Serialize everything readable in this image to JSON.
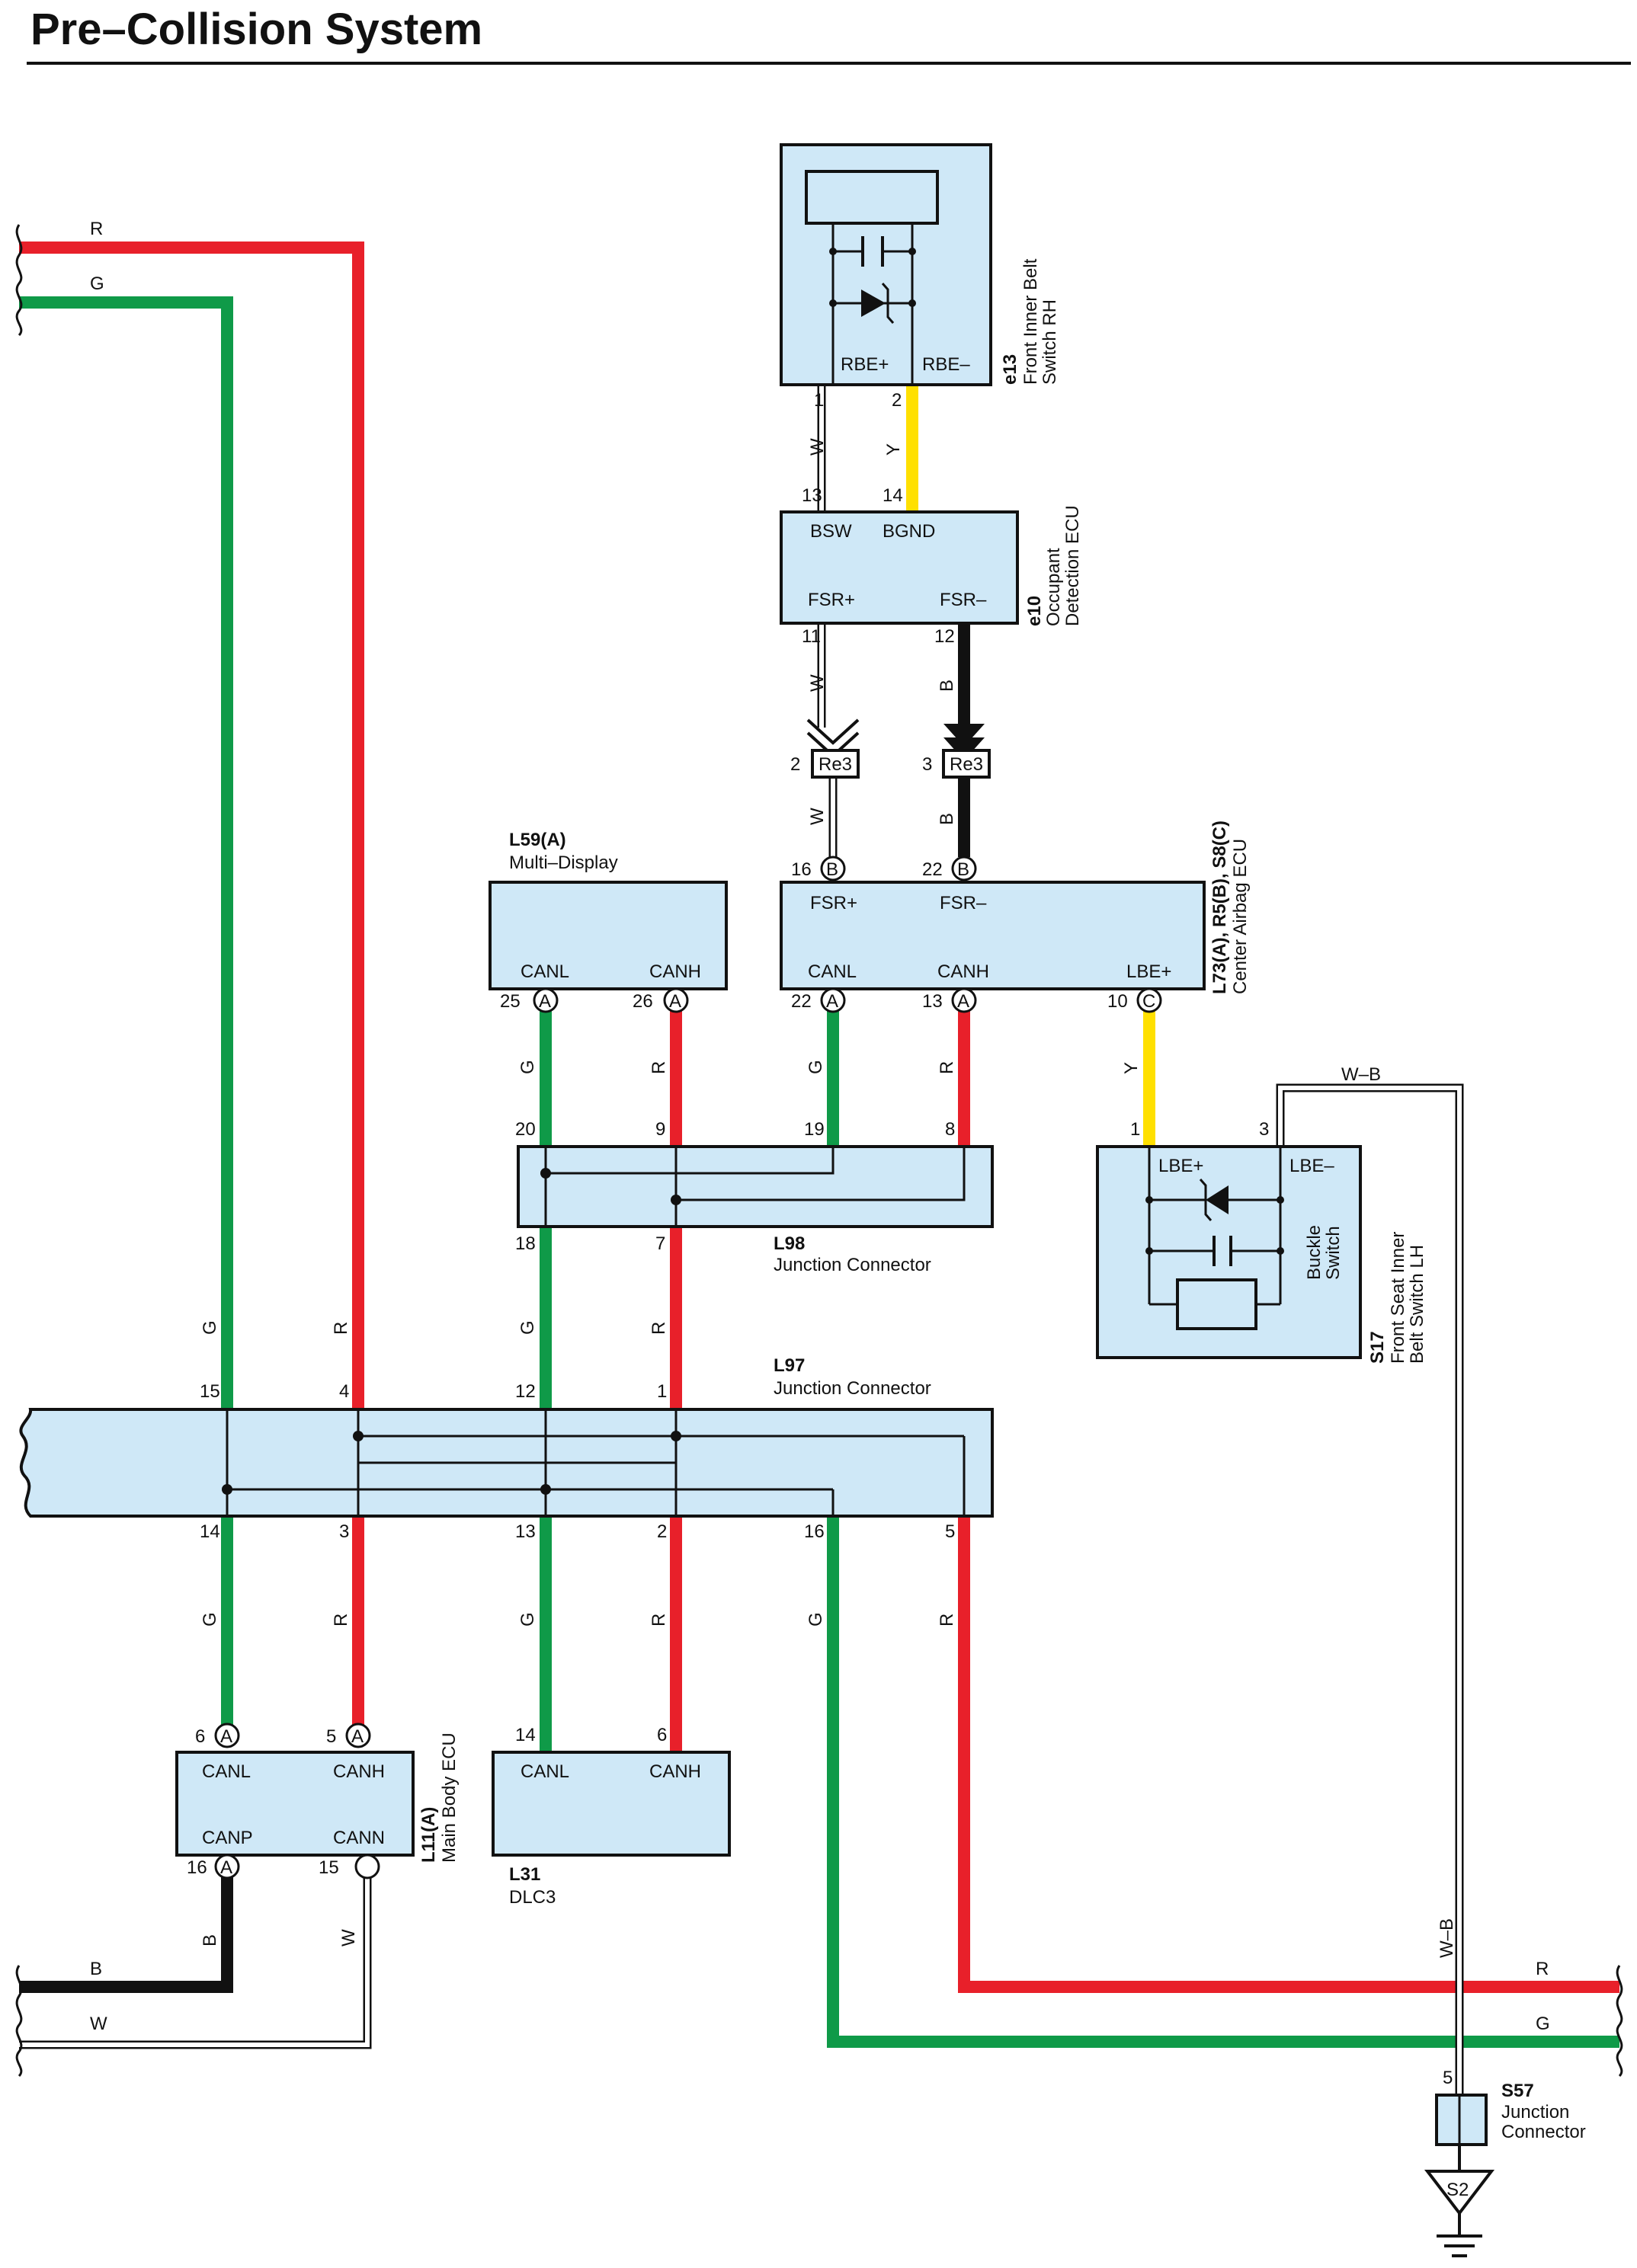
{
  "title": "Pre–Collision System",
  "wire_colors": {
    "R": "#e8202a",
    "G": "#0f9a48",
    "Y": "#ffe000",
    "B": "#111111",
    "W": "#ffffff",
    "W-B": "#ffffff"
  },
  "wire_labels": {
    "r": "R",
    "g": "G",
    "w": "W",
    "y": "Y",
    "b": "B",
    "wb": "W–B"
  },
  "components": {
    "e13": {
      "code": "e13",
      "name_line1": "Front Inner Belt",
      "name_line2": "Switch RH",
      "pin1": "RBE+",
      "pin2": "RBE–",
      "pin1_no": "1",
      "pin2_no": "2"
    },
    "e10": {
      "code": "e10",
      "name_line1": "Occupant",
      "name_line2": "Detection ECU",
      "t1": "BSW",
      "t2": "BGND",
      "t3": "FSR+",
      "t4": "FSR–",
      "p13": "13",
      "p14": "14",
      "p11": "11",
      "p12": "12"
    },
    "re3": {
      "label": "Re3",
      "pa": "2",
      "pb": "3"
    },
    "l59": {
      "code": "L59(A)",
      "name": "Multi–Display",
      "t1": "CANL",
      "t2": "CANH",
      "p25": "25",
      "p26": "26",
      "conn": "A"
    },
    "l73": {
      "code": "L73(A), R5(B), S8(C)",
      "name": "Center Airbag ECU",
      "t_fsrp": "FSR+",
      "t_fsrm": "FSR–",
      "t_canl": "CANL",
      "t_canh": "CANH",
      "t_lbe": "LBE+",
      "p16": "16",
      "p22b": "22",
      "p22a": "22",
      "p13": "13",
      "p10": "10",
      "cA": "A",
      "cB": "B",
      "cC": "C"
    },
    "l98": {
      "code": "L98",
      "name": "Junction Connector",
      "p20": "20",
      "p9": "9",
      "p19": "19",
      "p8": "8",
      "p18": "18",
      "p7": "7"
    },
    "s17": {
      "code": "S17",
      "name_line1": "Front Seat Inner",
      "name_line2": "Belt Switch LH",
      "sub1": "Buckle",
      "sub2": "Switch",
      "t1": "LBE+",
      "t2": "LBE–",
      "p1": "1",
      "p3": "3"
    },
    "l97": {
      "code": "L97",
      "name": "Junction Connector",
      "p15": "15",
      "p4": "4",
      "p12": "12",
      "p1": "1",
      "p14": "14",
      "p3": "3",
      "p13": "13",
      "p2": "2",
      "p16": "16",
      "p5": "5"
    },
    "l11": {
      "code": "L11(A)",
      "name": "Main Body ECU",
      "t1": "CANL",
      "t2": "CANH",
      "t3": "CANP",
      "t4": "CANN",
      "p6": "6",
      "p5": "5",
      "p16": "16",
      "p15": "15",
      "conn": "A"
    },
    "l31": {
      "code": "L31",
      "name": "DLC3",
      "t1": "CANL",
      "t2": "CANH",
      "p14": "14",
      "p6": "6"
    },
    "s57": {
      "code": "S57",
      "name_line1": "Junction",
      "name_line2": "Connector",
      "p5": "5"
    },
    "s2": {
      "label": "S2"
    }
  }
}
